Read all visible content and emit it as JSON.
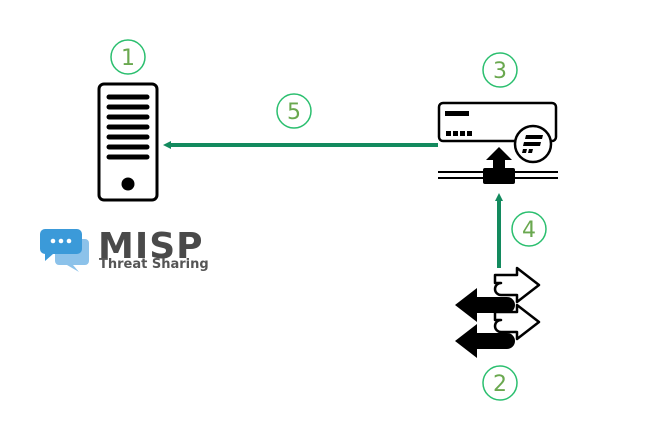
{
  "diagram": {
    "colors": {
      "arrow": "#138a5e",
      "step_circle": "#2bbf6f",
      "step_text": "#6aa84f",
      "icon": "#000000",
      "misp_blue": "#3b9ad9",
      "misp_text": "#4a4a4a"
    },
    "steps": [
      {
        "id": 1,
        "label": "1",
        "attached_to": "misp-server"
      },
      {
        "id": 2,
        "label": "2",
        "attached_to": "network-traffic"
      },
      {
        "id": 3,
        "label": "3",
        "attached_to": "firewall-appliance"
      },
      {
        "id": 4,
        "label": "4",
        "attached_to": "arrow-traffic-to-firewall"
      },
      {
        "id": 5,
        "label": "5",
        "attached_to": "arrow-firewall-to-misp"
      }
    ],
    "logo": {
      "title": "MISP",
      "subtitle": "Threat Sharing",
      "icon": "chat-bubbles-icon"
    },
    "nodes": [
      {
        "name": "misp-server",
        "icon": "server-tower-icon"
      },
      {
        "name": "firewall-appliance",
        "icon": "firewall-device-icon"
      },
      {
        "name": "network-traffic",
        "icon": "bidirectional-arrows-icon"
      }
    ],
    "edges": [
      {
        "from": "network-traffic",
        "to": "firewall-appliance",
        "step": "4"
      },
      {
        "from": "firewall-appliance",
        "to": "misp-server",
        "step": "5"
      }
    ]
  }
}
